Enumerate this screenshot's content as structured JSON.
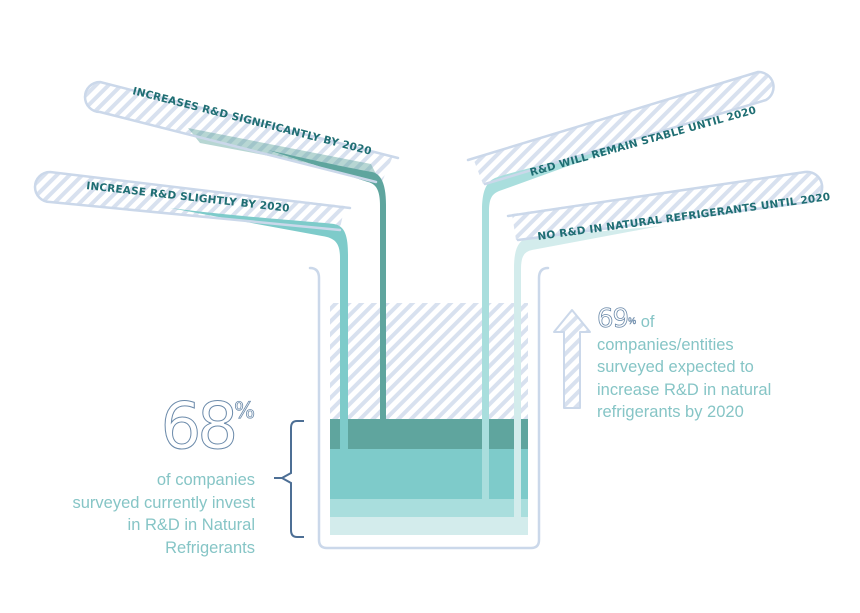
{
  "tubes": [
    {
      "label": "INCREASES R&D SIGNIFICANTLY BY 2020",
      "color": "#5fa59e"
    },
    {
      "label": "INCREASE R&D SLIGHTLY BY 2020",
      "color": "#7ecbca"
    },
    {
      "label": "R&D WILL REMAIN STABLE UNTIL 2020",
      "color": "#a9dedd"
    },
    {
      "label": "NO R&D IN NATURAL REFRIGERANTS UNTIL 2020",
      "color": "#d3ecec"
    }
  ],
  "stat_current": {
    "value": "68",
    "unit": "%",
    "description_lines": [
      "of companies",
      "surveyed currently invest",
      "in R&D in Natural",
      "Refrigerants"
    ]
  },
  "stat_expected": {
    "value": "69",
    "unit": "%",
    "first_line_suffix": "of",
    "description_lines": [
      "companies/entities",
      "surveyed expected to",
      "increase R&D in natural",
      "refrigerants by 2020"
    ]
  },
  "colors": {
    "outline": "#cbd8ea",
    "hatch": "#d6dfee",
    "accent_blue": "#4d6f95",
    "text_teal": "#86c5c6"
  }
}
